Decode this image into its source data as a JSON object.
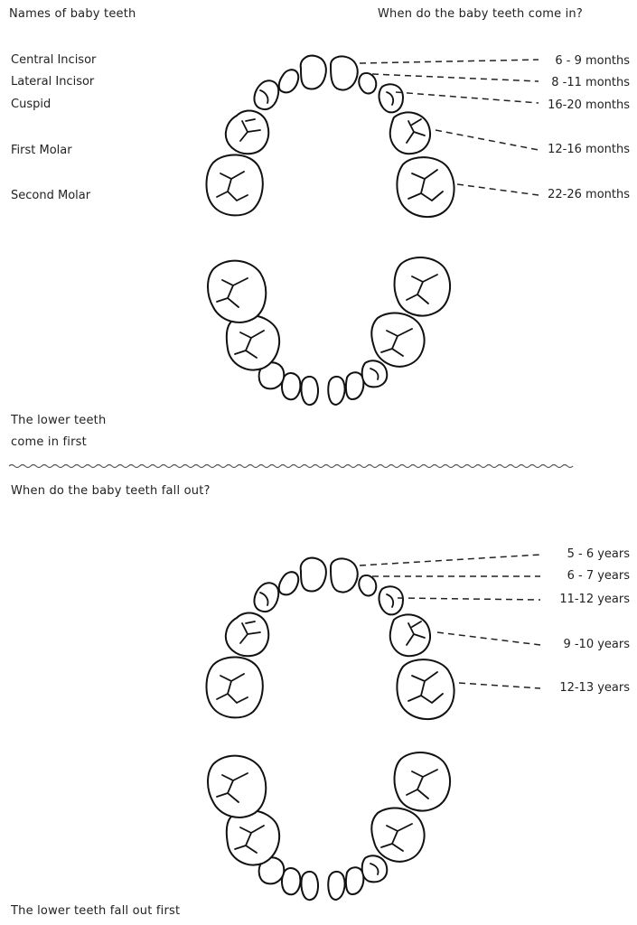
{
  "header": {
    "names_title": "Names of baby teeth",
    "come_in_title": "When do the baby teeth come  in?"
  },
  "tooth_names": [
    "Central Incisor",
    "Lateral Incisor",
    "Cuspid",
    "First Molar",
    "Second Molar"
  ],
  "eruption_times": [
    "6 - 9  months",
    "8 -11  months",
    "16-20 months",
    "12-16 months",
    "22-26 months"
  ],
  "lower_first_note": [
    "The lower teeth",
    "come in first"
  ],
  "fall_out_title": "When do the baby teeth fall out?",
  "shedding_times": [
    "5 - 6 years",
    "6 - 7 years",
    "11-12 years",
    "9 -10 years",
    "12-13 years"
  ],
  "lower_fall_note": "The lower teeth fall out first"
}
